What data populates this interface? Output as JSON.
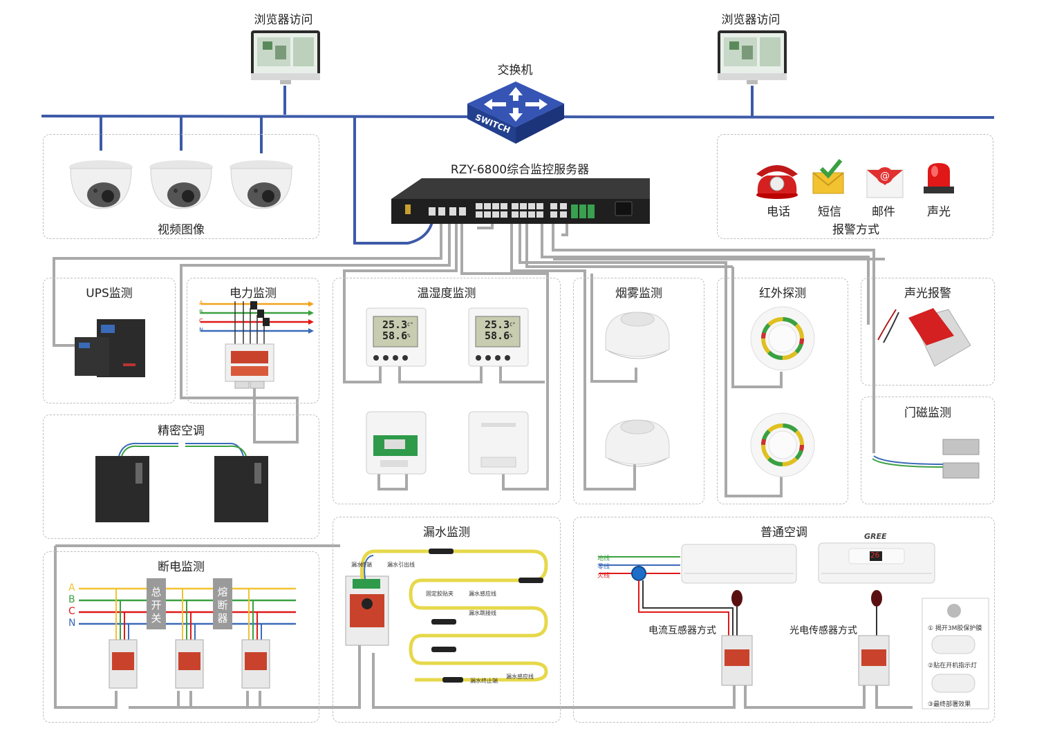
{
  "network": {
    "browser_left": "浏览器访问",
    "browser_right": "浏览器访问",
    "switch_title": "交换机",
    "switch_face": "SWITCH",
    "server_title": "RZY-6800综合监控服务器"
  },
  "video": {
    "title": "视频图像"
  },
  "alarm_methods": {
    "title": "报警方式",
    "items": [
      "电话",
      "短信",
      "邮件",
      "声光"
    ]
  },
  "panels": {
    "ups": "UPS监测",
    "power": "电力监测",
    "temp_humidity": "温湿度监测",
    "smoke": "烟雾监测",
    "infrared": "红外探测",
    "sound_light": "声光报警",
    "door": "门磁监测",
    "precision_ac": "精密空调",
    "power_off": "断电监测",
    "water_leak": "漏水监测",
    "normal_ac": "普通空调"
  },
  "power_phases": [
    "A",
    "B",
    "C",
    "N"
  ],
  "th_display": {
    "temp": "25.3",
    "temp_unit": "C°",
    "hum": "58.6",
    "hum_unit": "%"
  },
  "power_off": {
    "phases": [
      "A",
      "B",
      "C",
      "N"
    ],
    "main_switch": [
      "总",
      "开",
      "关"
    ],
    "fuse": [
      "熔",
      "断",
      "器"
    ]
  },
  "water": {
    "labels": [
      "漏水引出线",
      "漏水",
      "终端",
      "固定胶贴夹",
      "漏水感应线",
      "漏水跳接线",
      "漏水终止端",
      "漏水感应线"
    ]
  },
  "normal_ac": {
    "wires": [
      "地线",
      "零线",
      "火线"
    ],
    "method_ct": "电流互感器方式",
    "method_photo": "光电传感器方式",
    "brand": "GREE",
    "display": "26",
    "steps": [
      "① 揭开3M胶保护膜",
      "②贴在开机指示灯",
      "③最终部署效果"
    ]
  },
  "colors": {
    "network_blue": "#3d5aa8",
    "cable_gray": "#a9a9a9",
    "switch_blue": "#2b4aa8"
  }
}
